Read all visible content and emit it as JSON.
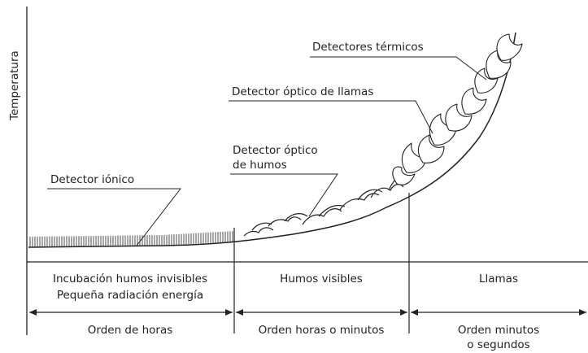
{
  "axis": {
    "y_label": "Temperatura"
  },
  "detectors": {
    "ionic": "Detector iónico",
    "optical_smoke_line1": "Detector óptico",
    "optical_smoke_line2": "de humos",
    "optical_flame": "Detector óptico de llamas",
    "thermal": "Detectores térmicos"
  },
  "phases": [
    {
      "line1": "Incubación humos invisibles",
      "line2": "Pequeña radiación energía"
    },
    {
      "line1": "Humos visibles"
    },
    {
      "line1": "Llamas"
    }
  ],
  "durations": [
    {
      "line1": "Orden de horas"
    },
    {
      "line1": "Orden horas o minutos"
    },
    {
      "line1": "Orden minutos",
      "line2": "o segundos"
    }
  ],
  "colors": {
    "ink": "#222222",
    "background": "#ffffff"
  }
}
